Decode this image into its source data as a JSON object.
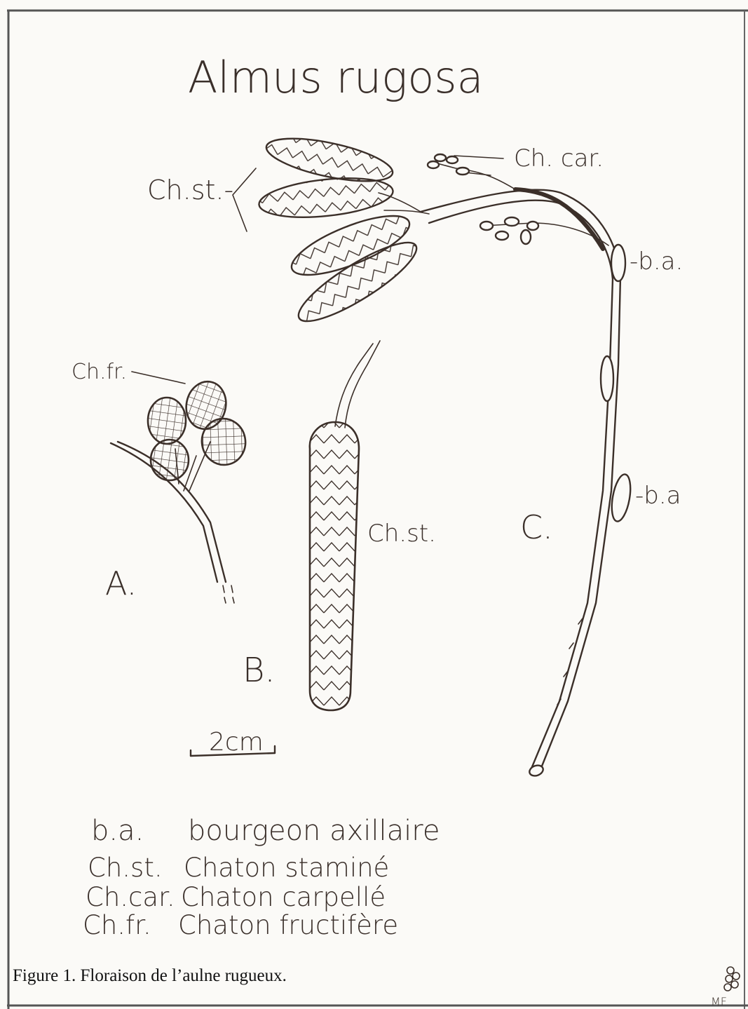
{
  "title": "Almus rugosa",
  "labels": {
    "ch_st_top": "Ch.st.-",
    "ch_car": "Ch. car.",
    "ba_top": "-b.a.",
    "ba_mid": "-b.a",
    "ch_fr": "Ch.fr.",
    "ch_st_b": "Ch.st.",
    "panel_a": "A.",
    "panel_b": "B.",
    "panel_c": "C.",
    "scale": "2cm"
  },
  "legend": [
    {
      "abbr": "b.a.",
      "text": "bourgeon axillaire"
    },
    {
      "abbr": "Ch.st.",
      "text": "Chaton staminé"
    },
    {
      "abbr": "Ch.car.",
      "text": "Chaton carpellé"
    },
    {
      "abbr": "Ch.fr.",
      "text": "Chaton fructifère"
    }
  ],
  "caption": "Figure 1. Floraison de l’aulne rugueux.",
  "signature": "MF",
  "colors": {
    "paper": "#fbfaf7",
    "ink": "#3b2f29",
    "frame": "#555555"
  }
}
